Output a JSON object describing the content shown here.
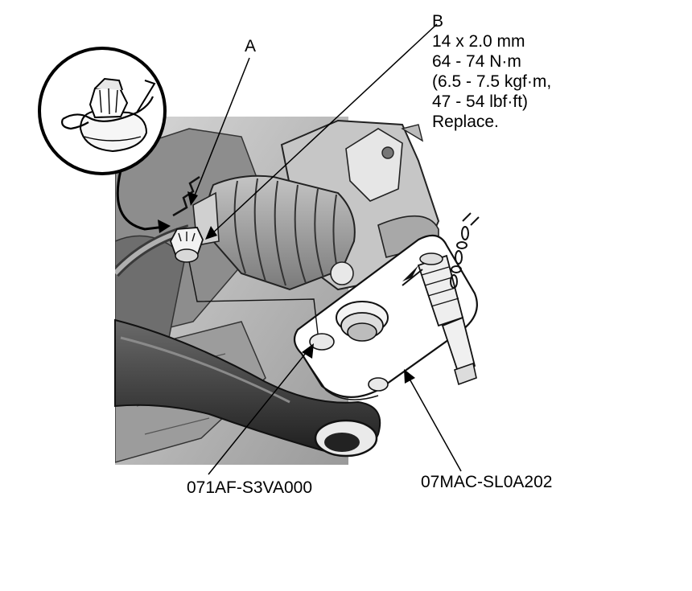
{
  "labels": {
    "a": "A",
    "b": "B"
  },
  "spec_b": {
    "lines": [
      "14 x 2.0 mm",
      "64 - 74 N·m",
      "(6.5 - 7.5 kgf·m,",
      "47 - 54 lbf·ft)",
      "Replace."
    ]
  },
  "tools": {
    "ball_joint_remover": "071AF-S3VA000",
    "ball_joint_tool": "07MAC-SL0A202"
  }
}
